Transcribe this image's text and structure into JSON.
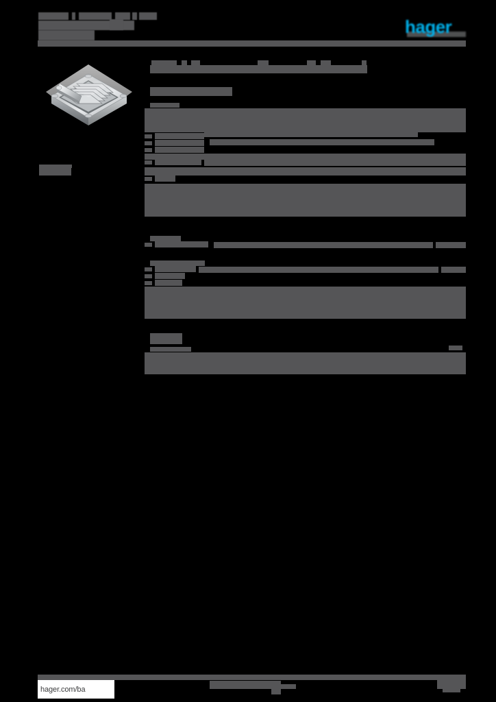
{
  "document": {
    "type": "product-datasheet",
    "brand": "hager",
    "page_background": "#000000",
    "redaction_color": "#555557",
    "accent_color": "#00b0ea",
    "note": "Nearly all text on this datasheet page is obscured by solid grey redaction blocks; only the hager wordmark, the product photograph and the footer URL remain legible."
  },
  "header": {
    "logo_text": "hager",
    "title_lines": [
      {
        "text": "",
        "redacted": true
      },
      {
        "text": "",
        "redacted": true
      },
      {
        "text": "",
        "redacted": true
      }
    ],
    "rule": {
      "visible": true
    }
  },
  "product": {
    "figure_alt": "metal floor box / cable outlet unit, open lid, brushed steel",
    "caption": {
      "text": "",
      "redacted": true
    }
  },
  "main": {
    "title": {
      "text": "",
      "redacted": true
    },
    "subtitle": {
      "text": "",
      "redacted": true
    },
    "sections": [
      {
        "heading": {
          "text": "",
          "redacted": true
        },
        "rows": [
          {
            "label": {
              "text": "",
              "redacted": true
            },
            "value": {
              "text": "",
              "redacted": true
            }
          },
          {
            "label": {
              "text": "",
              "redacted": true
            },
            "value": {
              "text": "",
              "redacted": true
            }
          },
          {
            "label": {
              "text": "",
              "redacted": true
            },
            "value": {
              "text": "",
              "redacted": true
            }
          },
          {
            "label": {
              "text": "",
              "redacted": true
            },
            "value": {
              "text": "",
              "redacted": true
            }
          },
          {
            "label": {
              "text": "",
              "redacted": true
            },
            "value": {
              "text": "",
              "redacted": true
            }
          },
          {
            "label": {
              "text": "",
              "redacted": true
            },
            "value": {
              "text": "",
              "redacted": true
            }
          }
        ]
      },
      {
        "heading": {
          "text": "",
          "redacted": true
        },
        "rows": [
          {
            "label": {
              "text": "",
              "redacted": true
            },
            "value": {
              "text": "",
              "redacted": true
            }
          }
        ]
      },
      {
        "heading": {
          "text": "",
          "redacted": true
        },
        "rows": [
          {
            "label": {
              "text": "",
              "redacted": true
            },
            "value": {
              "text": "",
              "redacted": true
            }
          },
          {
            "label": {
              "text": "",
              "redacted": true
            },
            "value": {
              "text": "",
              "redacted": true
            }
          },
          {
            "label": {
              "text": "",
              "redacted": true
            },
            "value": {
              "text": "",
              "redacted": true
            }
          }
        ]
      },
      {
        "heading": {
          "text": "",
          "redacted": true
        },
        "rows": [
          {
            "label": {
              "text": "",
              "redacted": true
            },
            "value": {
              "text": "",
              "redacted": true
            }
          }
        ]
      }
    ]
  },
  "footer": {
    "url": "hager.com/ba",
    "center_text": {
      "text": "",
      "redacted": true
    },
    "right_text": {
      "text": "",
      "redacted": true
    }
  }
}
